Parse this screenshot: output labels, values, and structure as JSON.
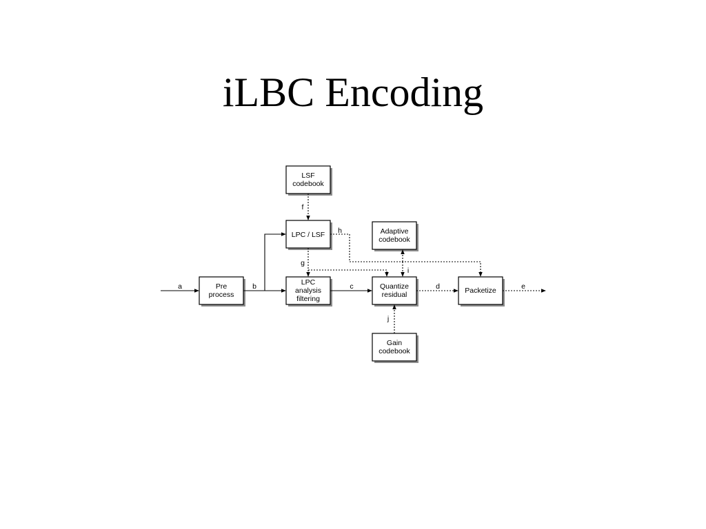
{
  "slide": {
    "title": "iLBC Encoding"
  },
  "diagram": {
    "blocks": {
      "lsf_codebook": [
        "LSF",
        "codebook"
      ],
      "lpc_lsf": [
        "LPC / LSF"
      ],
      "adaptive_codebook": [
        "Adaptive",
        "codebook"
      ],
      "pre_process": [
        "Pre",
        "process"
      ],
      "lpc_analysis_filtering": [
        "LPC",
        "analysis",
        "filtering"
      ],
      "quantize_residual": [
        "Quantize",
        "residual"
      ],
      "packetize": [
        "Packetize"
      ],
      "gain_codebook": [
        "Gain",
        "codebook"
      ]
    },
    "edge_labels": {
      "a": "a",
      "b": "b",
      "c": "c",
      "d": "d",
      "e": "e",
      "f": "f",
      "g": "g",
      "h": "h",
      "i": "i",
      "j": "j"
    }
  }
}
